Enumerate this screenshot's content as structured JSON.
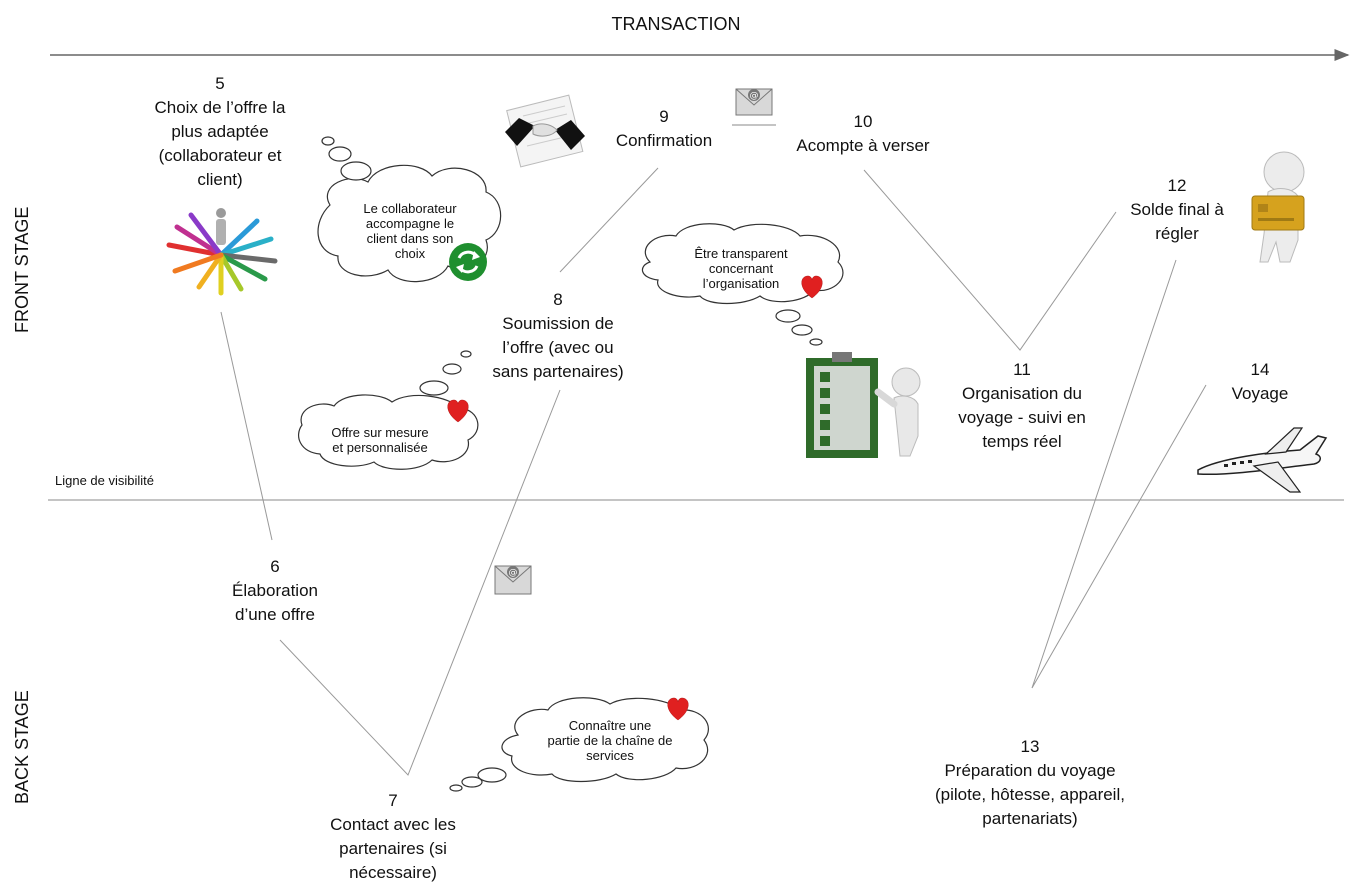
{
  "header": {
    "title": "TRANSACTION"
  },
  "stages": {
    "front": "FRONT STAGE",
    "back": "BACK STAGE",
    "visibility_line": "Ligne de visibilité"
  },
  "steps": [
    {
      "num": "5",
      "label": "Choix de l’offre la\nplus adaptée\n(collaborateur et\nclient)"
    },
    {
      "num": "6",
      "label": "Élaboration\nd’une offre"
    },
    {
      "num": "7",
      "label": "Contact avec les\npartenaires (si\nnécessaire)"
    },
    {
      "num": "8",
      "label": "Soumission de\nl’offre (avec ou\nsans partenaires)"
    },
    {
      "num": "9",
      "label": "Confirmation"
    },
    {
      "num": "10",
      "label": "Acompte à verser"
    },
    {
      "num": "11",
      "label": "Organisation du\nvoyage - suivi en\ntemps réel"
    },
    {
      "num": "12",
      "label": "Solde final à\nrégler"
    },
    {
      "num": "13",
      "label": "Préparation du voyage\n(pilote, hôtesse, appareil,\npartenariats)"
    },
    {
      "num": "14",
      "label": "Voyage"
    }
  ],
  "thought_bubbles": [
    {
      "text": "Le collaborateur\naccompagne le\nclient dans son\nchoix"
    },
    {
      "text": "Offre sur mesure\net personnalisée"
    },
    {
      "text": "Être transparent\nconcernant\nl’organisation"
    },
    {
      "text": "Connaître une\npartie de la chaîne de\nservices"
    }
  ],
  "icons": {
    "arrows_people": "people-arrows-icon",
    "recycle": "recycle-icon",
    "handshake": "handshake-contract-icon",
    "email": "email-icon",
    "heart": "heart-icon",
    "checklist": "checklist-person-icon",
    "credit_card": "credit-card-person-icon",
    "plane": "jet-plane-icon"
  },
  "colors": {
    "line": "#8a8a8a",
    "heart": "#e02020",
    "recycle": "#1f8f2f",
    "board": "#2f6b2a",
    "card": "#d6a21e"
  }
}
